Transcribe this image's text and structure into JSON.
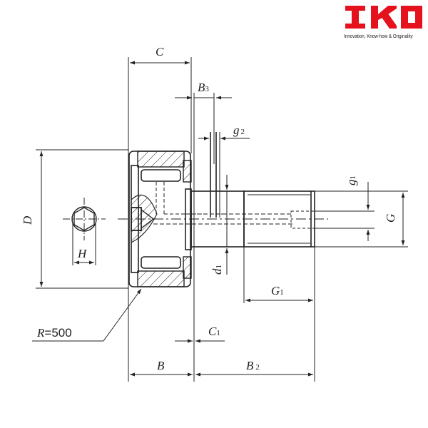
{
  "logo": {
    "brand": "IKO",
    "tagline": "Innovation, Know-how & Originality",
    "color": "#e5121e"
  },
  "drawing": {
    "title": "Cam follower dimensional drawing",
    "labels": {
      "C": "C",
      "B3_main": "B",
      "B3_sub": "3",
      "g2_main": "g",
      "g2_sub": "2",
      "g1_main": "g",
      "g1_sub": "1",
      "G": "G",
      "G1_main": "G",
      "G1_sub": "1",
      "D": "D",
      "H": "H",
      "d1_main": "d",
      "d1_sub": "1",
      "R_main": "R",
      "R_value": "=500",
      "C1_main": "C",
      "C1_sub": "1",
      "B": "B",
      "B2_main": "B",
      "B2_sub": "2"
    },
    "line_color": "#222222"
  }
}
